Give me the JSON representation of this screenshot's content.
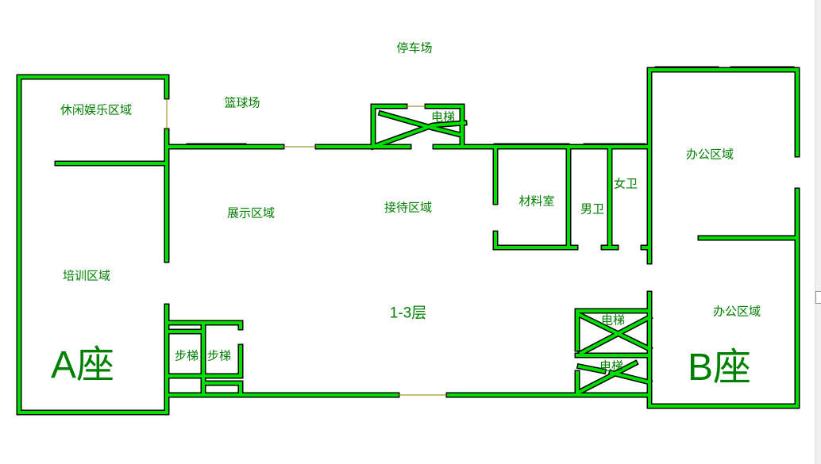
{
  "title": "1-3层",
  "labels": {
    "parking": "停车场",
    "basketball": "篮球场",
    "leisure": "休闲娱乐区域",
    "elevator_top": "电梯",
    "exhibition": "展示区域",
    "reception": "接待区域",
    "materials": "材料室",
    "mens_wc": "男卫",
    "womens_wc": "女卫",
    "office_b_upper": "办公区域",
    "training": "培训区域",
    "floor": "1-3层",
    "office_b_lower": "办公区域",
    "elevator_b1": "电梯",
    "elevator_b2": "电梯",
    "block_a": "A座",
    "block_b": "B座",
    "stairs_1": "步梯",
    "stairs_2": "步梯"
  },
  "colors": {
    "wall": "#00e000",
    "outline": "#000000",
    "text": "#008000",
    "door": "#808000"
  }
}
